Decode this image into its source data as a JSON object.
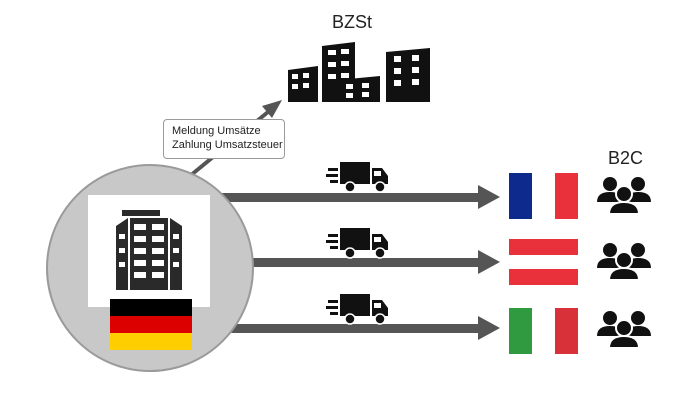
{
  "authority": {
    "label": "BZSt"
  },
  "customers": {
    "label": "B2C"
  },
  "callout": {
    "line1": "Meldung Umsätze",
    "line2": "Zahlung Umsatzsteuer"
  },
  "colors": {
    "arrow": "#555555",
    "circle_fill": "#c8c8c8",
    "icon": "#111111",
    "de": [
      "#000000",
      "#dd0000",
      "#ffce00"
    ],
    "fr": [
      "#0e2a8c",
      "#ffffff",
      "#e8313a"
    ],
    "at": [
      "#e8313a",
      "#ffffff",
      "#e8313a"
    ],
    "it": [
      "#2f9a3f",
      "#ffffff",
      "#d8313a"
    ]
  },
  "flows": [
    {
      "destination": "France",
      "flag": "fr",
      "transport": "truck-icon",
      "recipients": "group-icon"
    },
    {
      "destination": "Austria",
      "flag": "at",
      "transport": "truck-icon",
      "recipients": "group-icon"
    },
    {
      "destination": "Italy",
      "flag": "it",
      "transport": "truck-icon",
      "recipients": "group-icon"
    }
  ],
  "origin": {
    "building": "office-building-icon",
    "flag": "de"
  }
}
